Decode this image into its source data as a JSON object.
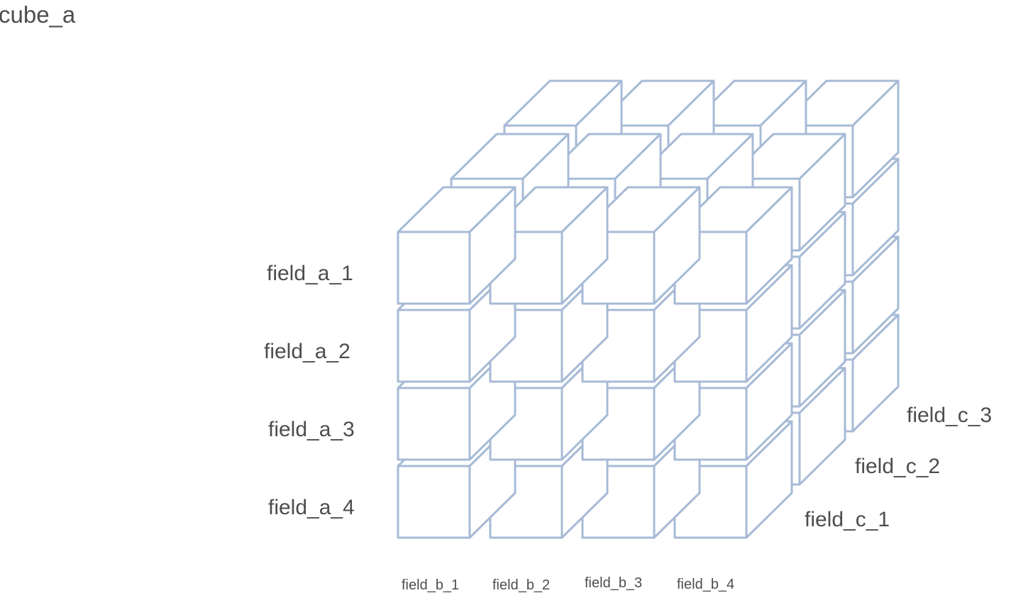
{
  "title": "cube_a",
  "colors": {
    "edge": "#a7bad6",
    "face": "#ffffff",
    "text": "#4d4d4d"
  },
  "axes": {
    "rows": [
      "field_a_1",
      "field_a_2",
      "field_a_3",
      "field_a_4"
    ],
    "columns": [
      "field_b_1",
      "field_b_2",
      "field_b_3",
      "field_b_4"
    ],
    "depth": [
      "field_c_1",
      "field_c_2",
      "field_c_3"
    ]
  }
}
